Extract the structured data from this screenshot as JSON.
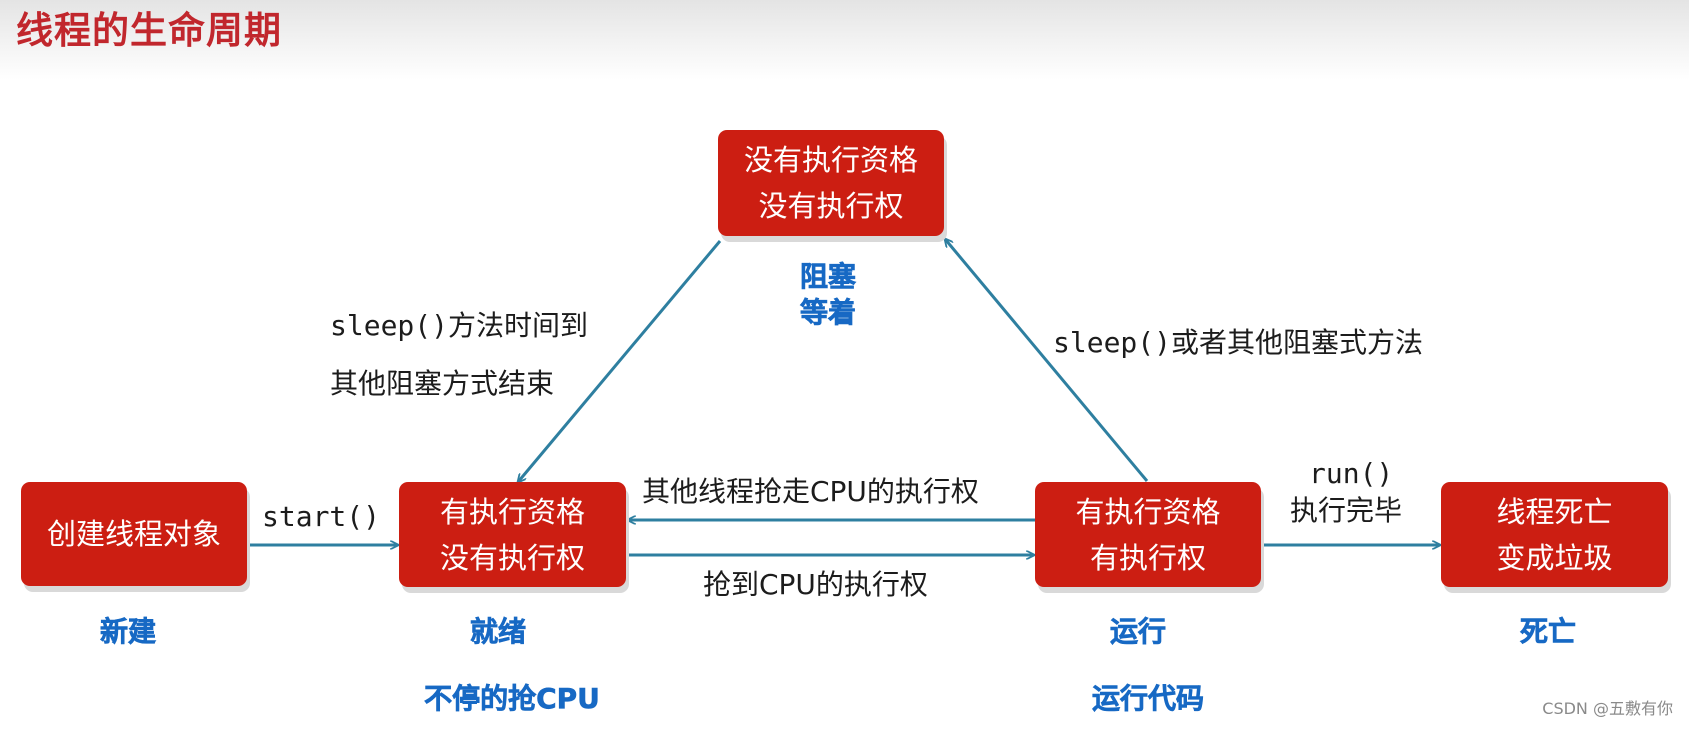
{
  "title": "线程的生命周期",
  "states": {
    "new": {
      "line1": "创建线程对象",
      "label": "新建"
    },
    "runnable": {
      "line1": "有执行资格",
      "line2": "没有执行权",
      "label": "就绪",
      "sublabel": "不停的抢CPU"
    },
    "running": {
      "line1": "有执行资格",
      "line2": "有执行权",
      "label": "运行",
      "sublabel": "运行代码"
    },
    "dead": {
      "line1": "线程死亡",
      "line2": "变成垃圾",
      "label": "死亡"
    },
    "blocked": {
      "line1": "没有执行资格",
      "line2": "没有执行权",
      "label_line1": "阻塞",
      "label_line2": "等着"
    }
  },
  "transitions": {
    "start": "start()",
    "preempted": "其他线程抢走CPU的执行权",
    "acquire_cpu": "抢到CPU的执行权",
    "finish_line1": "run()",
    "finish_line2": "执行完毕",
    "to_blocked": "sleep()或者其他阻塞式方法",
    "unblock_line1": "sleep()方法时间到",
    "unblock_line2": "其他阻塞方式结束"
  },
  "watermark": "CSDN @五敷有你",
  "colors": {
    "box": "#cc1e12",
    "arrow": "#2e7fa0",
    "state_label": "#1769c4",
    "title": "#c1272d"
  }
}
